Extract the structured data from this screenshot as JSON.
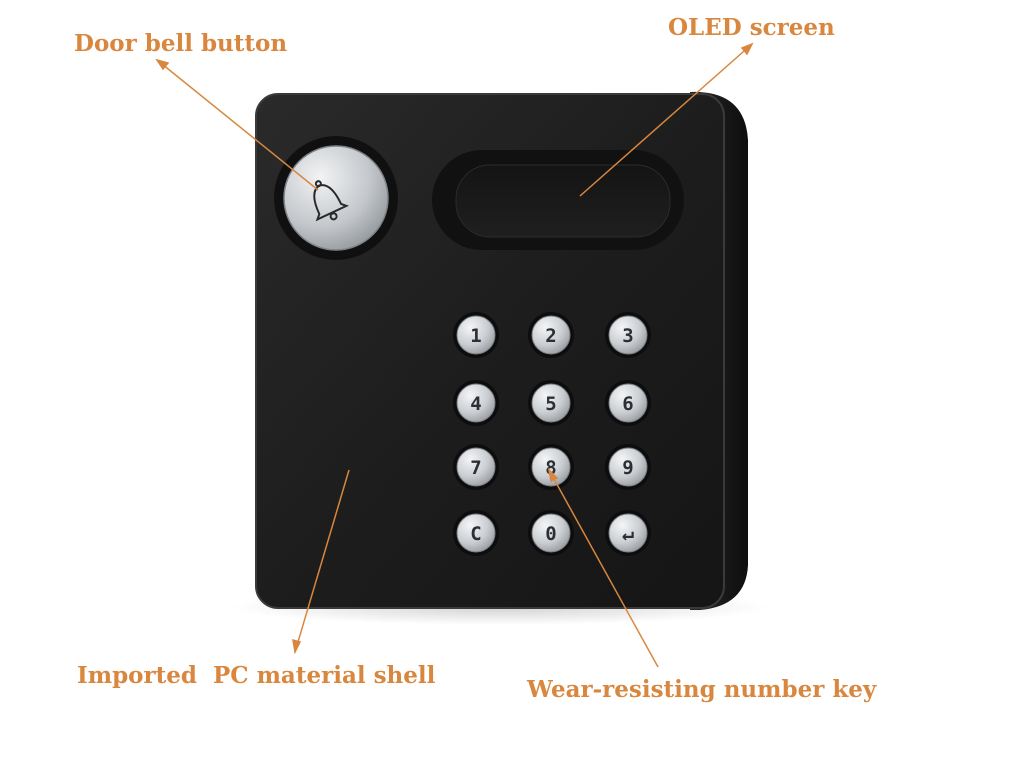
{
  "labels": {
    "door_bell": "Door bell button",
    "oled": "OLED screen",
    "shell": "Imported  PC material shell",
    "number_key": "Wear-resisting number key"
  },
  "keypad": {
    "keys": [
      "1",
      "2",
      "3",
      "4",
      "5",
      "6",
      "7",
      "8",
      "9",
      "C",
      "0",
      "↵"
    ]
  },
  "icons": {
    "bell": "bell-icon",
    "enter": "enter-arrow-icon"
  },
  "colors": {
    "callout": "#d9873f",
    "device_body": "#1c1c1c",
    "button_metal": "#c8ccd0"
  }
}
